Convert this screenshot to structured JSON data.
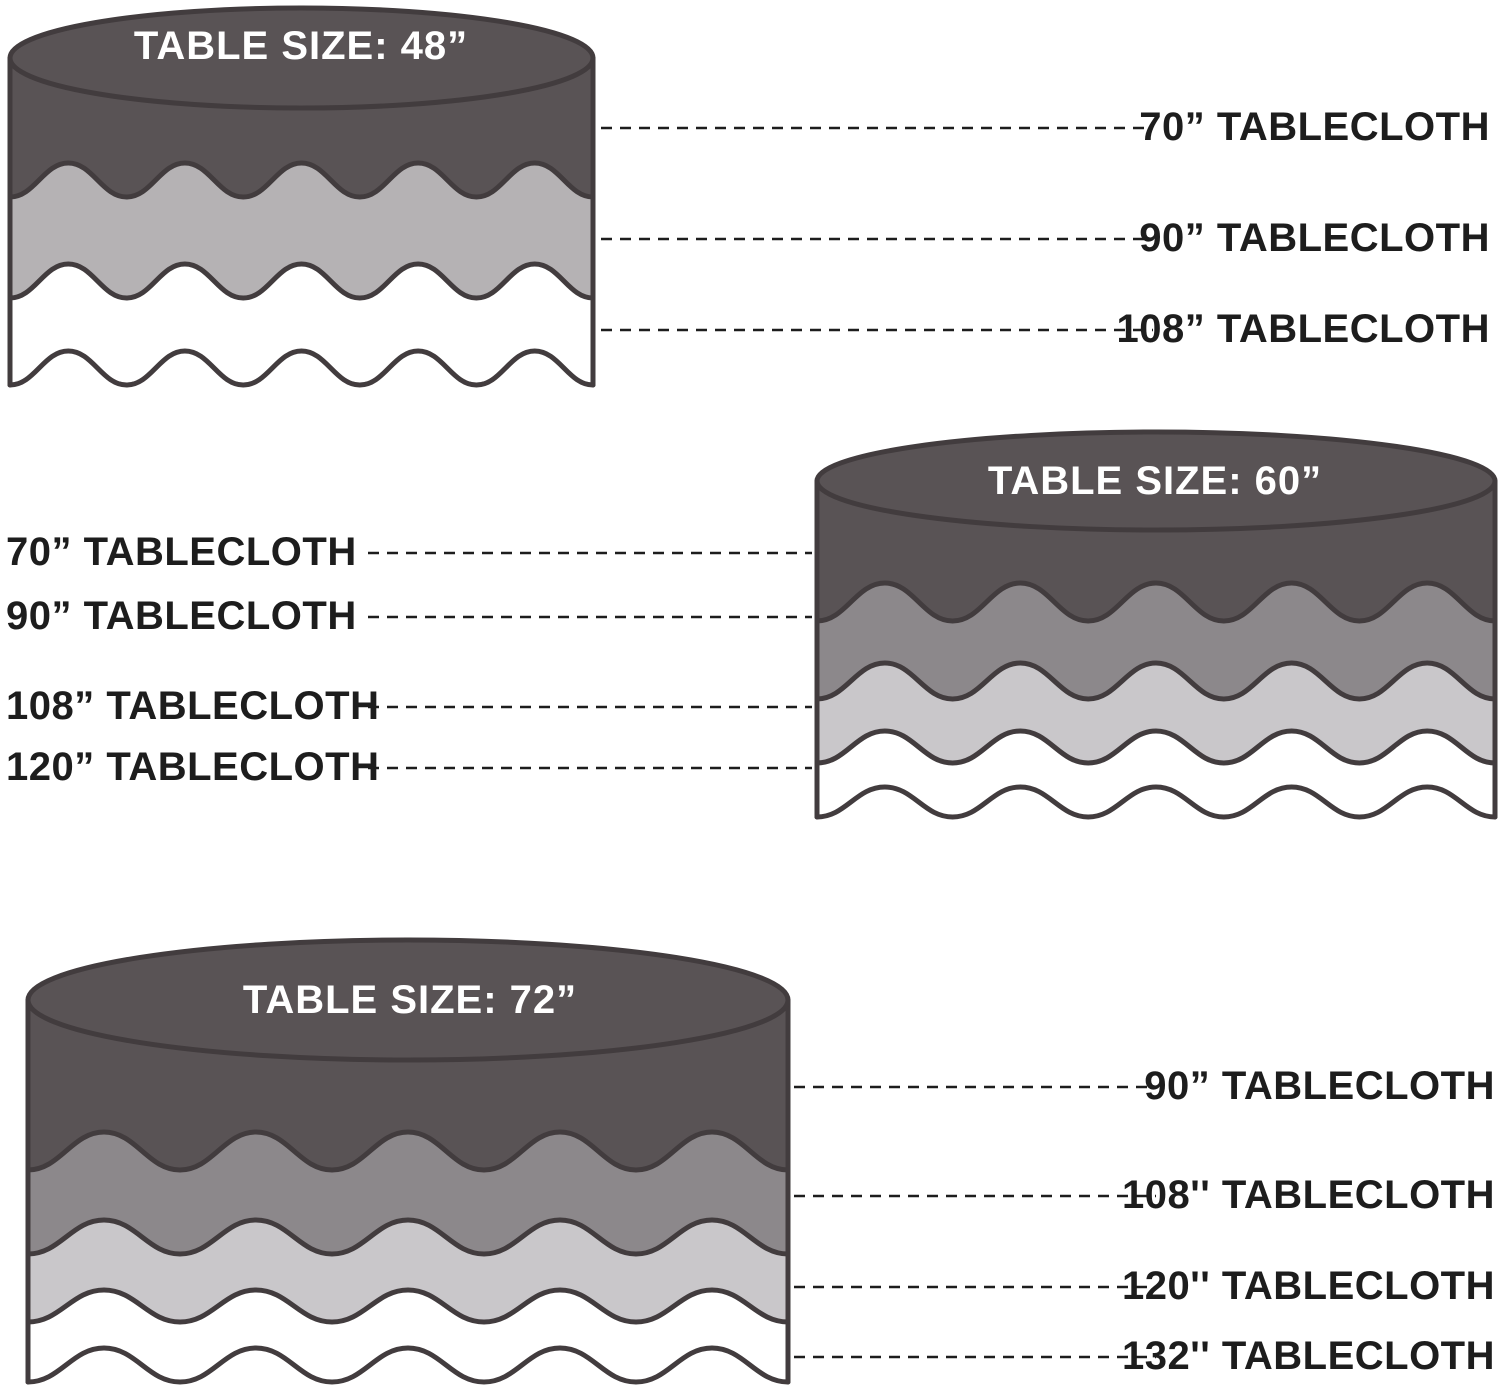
{
  "colors": {
    "background": "#ffffff",
    "table_dark": "#595355",
    "cloth_gray_48": "#b5b2b4",
    "cloth_gray_medium": "#8c888b",
    "cloth_gray_light": "#c9c7ca",
    "cloth_white": "#ffffff",
    "outline": "#423c3e",
    "leader_line": "#1d1d1d",
    "label_text": "#1d1d1d",
    "title_text": "#ffffff"
  },
  "diagrams": [
    {
      "name": "table-48",
      "title": "TABLE SIZE: 48”",
      "label_side": "right",
      "labels": [
        "70” TABLECLOTH",
        "90” TABLECLOTH",
        "108” TABLECLOTH"
      ]
    },
    {
      "name": "table-60",
      "title": "TABLE SIZE: 60”",
      "label_side": "left",
      "labels": [
        "70” TABLECLOTH",
        "90” TABLECLOTH",
        "108” TABLECLOTH",
        "120” TABLECLOTH"
      ]
    },
    {
      "name": "table-72",
      "title": "TABLE SIZE: 72”",
      "label_side": "right",
      "labels": [
        "90” TABLECLOTH",
        "108'' TABLECLOTH",
        "120'' TABLECLOTH",
        "132'' TABLECLOTH"
      ]
    }
  ]
}
